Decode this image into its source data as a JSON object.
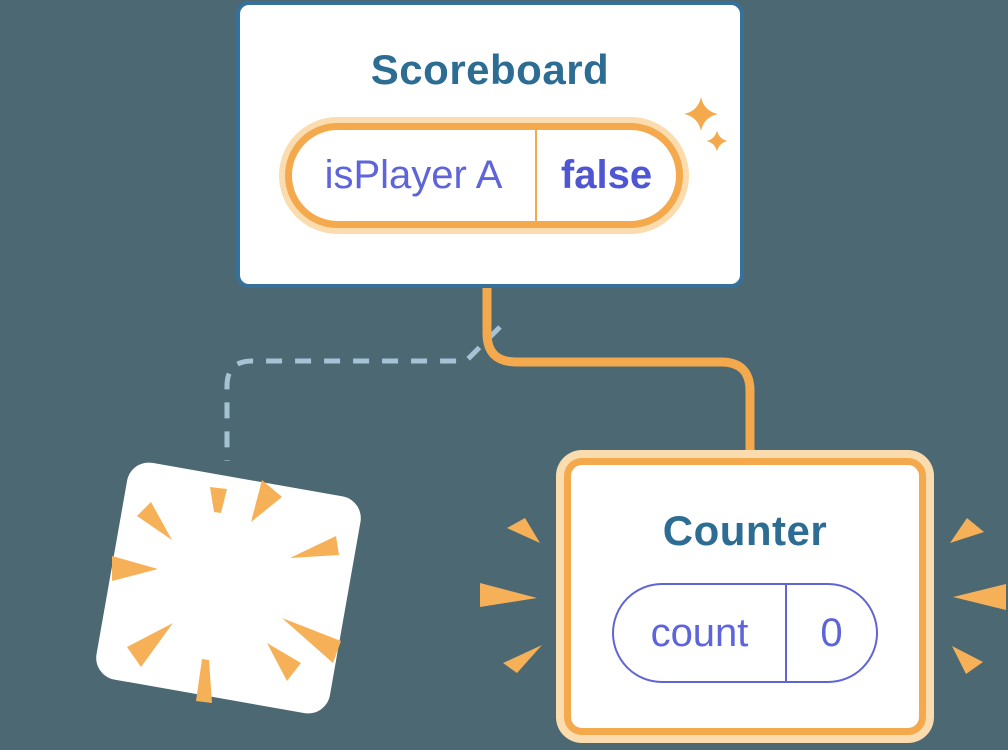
{
  "diagram": {
    "scoreboard": {
      "title": "Scoreboard",
      "state": {
        "key": "isPlayer A",
        "value": "false"
      }
    },
    "counter": {
      "title": "Counter",
      "state": {
        "key": "count",
        "value": "0"
      }
    }
  },
  "icons": {
    "sparkles": "sparkles-icon",
    "poof_burst": "poof-burst-icon",
    "emphasis_marks": "emphasis-marks-icon",
    "connector_solid": "solid-elbow-connector",
    "connector_dashed": "dashed-elbow-connector"
  },
  "colors": {
    "background": "#4C6872",
    "blue_border": "#35719B",
    "teal_text": "#2D6C93",
    "orange": "#F3A94C",
    "orange_light": "#FBDCAE",
    "orange_ray": "#F6B158",
    "purple_text": "#5E64D9",
    "purple_bold": "#4F56D4",
    "purple_border": "#5F66D3",
    "dash": "#A6C3D6"
  }
}
